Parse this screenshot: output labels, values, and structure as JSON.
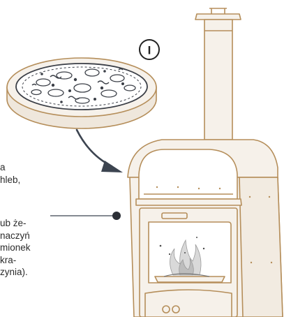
{
  "badge": {
    "label": "I"
  },
  "callout_text_top": {
    "lines": [
      "a",
      "hleb,"
    ]
  },
  "callout_text_bottom": {
    "lines": [
      "ub że-",
      "naczyń",
      "mionek",
      "kra-",
      "zynia)."
    ]
  },
  "colors": {
    "outline": "#b58e5a",
    "fill_light": "#f6f1ea",
    "stone_side": "#efe7dc",
    "arrow": "#3c4450",
    "text": "#2b2b2b",
    "badge": "#222222"
  },
  "icons": {
    "pizza": "pizza-illustration",
    "oven": "pizza-oven-illustration",
    "fire": "flame-illustration",
    "arrow": "curved-arrow-icon",
    "callout": "callout-dot-icon"
  }
}
